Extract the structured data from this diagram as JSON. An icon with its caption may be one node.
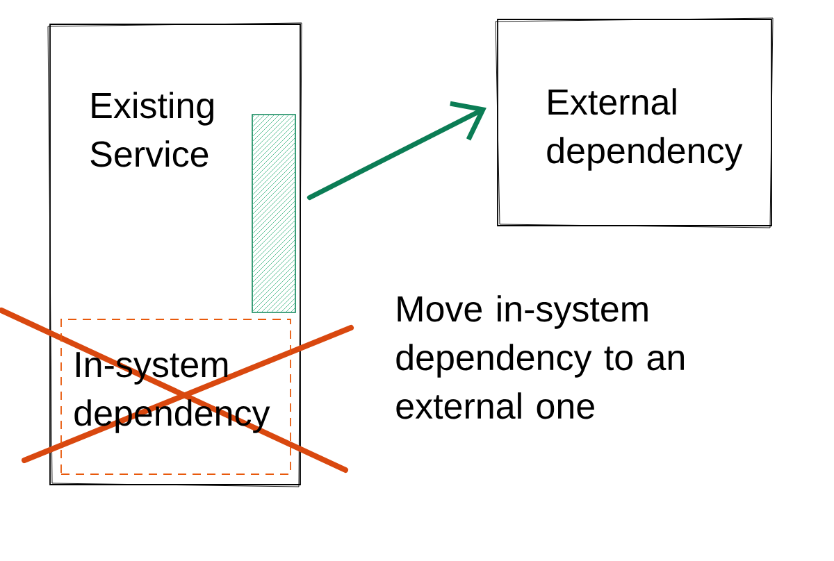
{
  "diagram": {
    "nodes": [
      {
        "text": [
          "Existing Service"
        ]
      },
      {
        "text": [],
        "shape": "bar",
        "in": 0
      },
      {
        "text": [
          "External dependency"
        ]
      },
      {
        "text": [
          "In-system dependency"
        ],
        "in": 0
      }
    ],
    "edges": [
      {
        "from": 1,
        "to": 2,
        "arrow": "to",
        "color": "#0b7d55"
      }
    ],
    "labels": [
      "Move in-system dependency to an external one"
    ]
  }
}
